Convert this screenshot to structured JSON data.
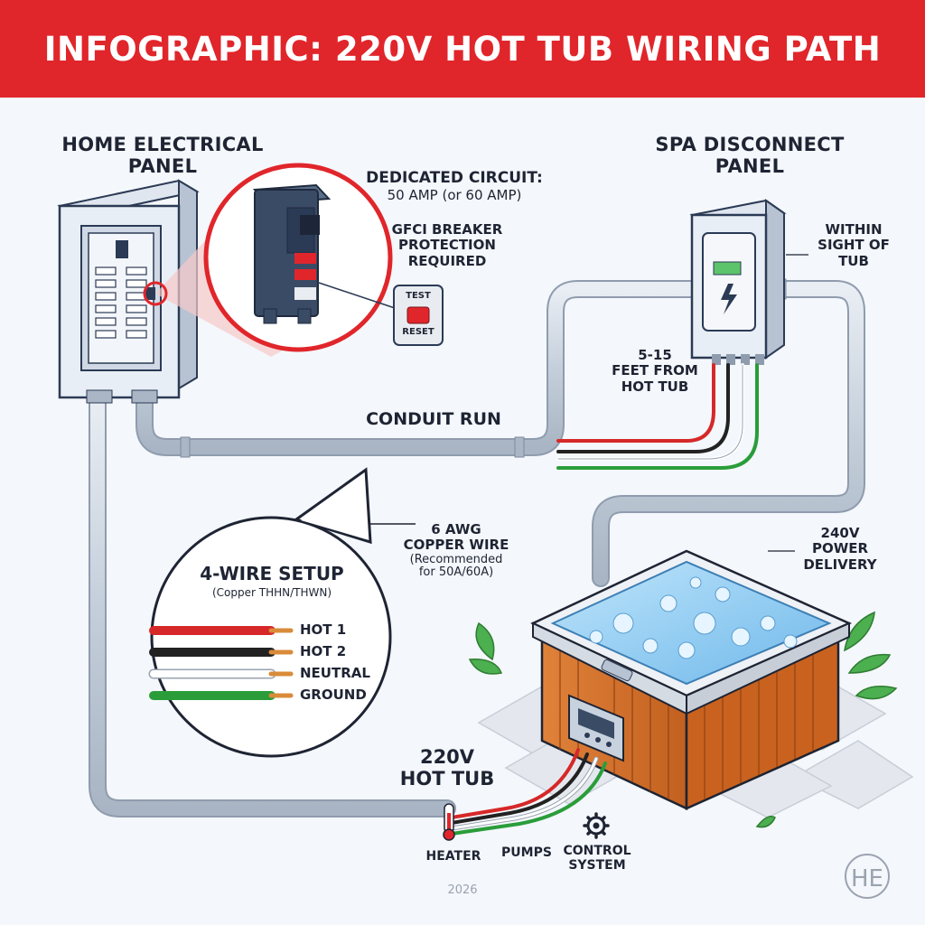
{
  "header": {
    "title": "INFOGRAPHIC: 220V HOT TUB WIRING PATH"
  },
  "labels": {
    "home_panel": [
      "HOME ELECTRICAL",
      "PANEL"
    ],
    "dedicated_circuit": [
      "DEDICATED CIRCUIT:",
      "50 AMP (or 60 AMP)"
    ],
    "gfci": [
      "GFCI BREAKER",
      "PROTECTION",
      "REQUIRED"
    ],
    "test": "TEST",
    "reset": "RESET",
    "spa_panel": [
      "SPA DISCONNECT",
      "PANEL"
    ],
    "within_sight": [
      "WITHIN",
      "SIGHT OF",
      "TUB"
    ],
    "distance": [
      "5-15",
      "FEET FROM",
      "HOT TUB"
    ],
    "conduit": "CONDUIT RUN",
    "wire_size": [
      "6 AWG",
      "COPPER WIRE",
      "(Recommended",
      "for 50A/60A)"
    ],
    "power_delivery": [
      "240V",
      "POWER",
      "DELIVERY"
    ],
    "hot_tub": [
      "220V",
      "HOT TUB"
    ],
    "heater": "HEATER",
    "pumps": "PUMPS",
    "control_system": [
      "CONTROL",
      "SYSTEM"
    ]
  },
  "wiring_setup": {
    "title": "4-WIRE SETUP",
    "subtitle": "(Copper THHN/THWN)",
    "wires": [
      {
        "label": "HOT 1",
        "color": "#d62828"
      },
      {
        "label": "HOT 2",
        "color": "#222222"
      },
      {
        "label": "NEUTRAL",
        "color": "#ffffff"
      },
      {
        "label": "GROUND",
        "color": "#2a9d3a"
      }
    ]
  },
  "footer": {
    "year": "2026"
  },
  "colors": {
    "accent": "#e0262b",
    "conduit": "#c9d2de",
    "water": "#9fd4f5",
    "cabinet": "#d9742b"
  }
}
